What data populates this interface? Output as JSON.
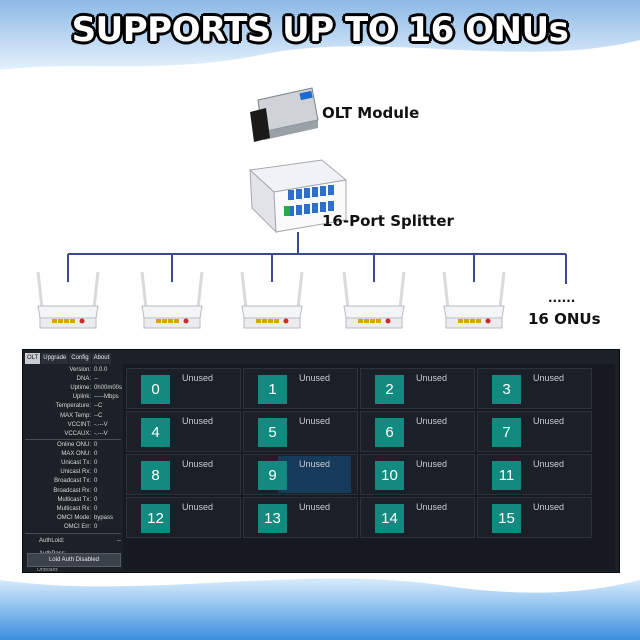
{
  "headline": "SUPPORTS UP TO 16 ONUs",
  "labels": {
    "olt_module": "OLT Module",
    "splitter": "16-Port Splitter",
    "ellipsis": "......",
    "onus": "16 ONUs"
  },
  "colors": {
    "accent_teal": "#138a7f",
    "gui_bg": "#1c2027",
    "selected_cell": "#163a59",
    "tree_line": "#3a4a8c"
  },
  "gui": {
    "tabs": [
      {
        "label": "OLT",
        "active": true
      },
      {
        "label": "Upgrade",
        "active": false
      },
      {
        "label": "Config",
        "active": false
      },
      {
        "label": "About",
        "active": false
      }
    ],
    "info_group1": [
      {
        "key": "Version:",
        "value": "0.0.0"
      },
      {
        "key": "DNA:",
        "value": "--"
      },
      {
        "key": "Uptime:",
        "value": "0h00m00s"
      },
      {
        "key": "Uplink:",
        "value": "-----Mbps"
      },
      {
        "key": "Temperature:",
        "value": "--C"
      },
      {
        "key": "MAX Temp:",
        "value": "--C"
      },
      {
        "key": "VCCINT:",
        "value": "-.---V"
      },
      {
        "key": "VCCAUX:",
        "value": "-.---V"
      }
    ],
    "info_group2": [
      {
        "key": "Online ONU:",
        "value": "0"
      },
      {
        "key": "MAX ONU:",
        "value": "0"
      },
      {
        "key": "Unicast Tx:",
        "value": "0"
      },
      {
        "key": "Unicast Rx:",
        "value": "0"
      },
      {
        "key": "Broadcast Tx:",
        "value": "0"
      },
      {
        "key": "Broadcast Rx:",
        "value": "0"
      },
      {
        "key": "Multicast Tx:",
        "value": "0"
      },
      {
        "key": "Multicast Rx:",
        "value": "0"
      },
      {
        "key": "OMCI Mode:",
        "value": "bypass"
      },
      {
        "key": "OMCI Err:",
        "value": "0"
      }
    ],
    "auth": [
      {
        "key": "AuthLoid:",
        "value": "--"
      },
      {
        "key": "AuthPass:",
        "value": "--"
      }
    ],
    "auth_button": "Loid Auth Disabled",
    "truncated_text": "OnBoard:",
    "onus": [
      {
        "id": "0",
        "status": "Unused"
      },
      {
        "id": "1",
        "status": "Unused"
      },
      {
        "id": "2",
        "status": "Unused"
      },
      {
        "id": "3",
        "status": "Unused"
      },
      {
        "id": "4",
        "status": "Unused"
      },
      {
        "id": "5",
        "status": "Unused"
      },
      {
        "id": "6",
        "status": "Unused"
      },
      {
        "id": "7",
        "status": "Unused"
      },
      {
        "id": "8",
        "status": "Unused"
      },
      {
        "id": "9",
        "status": "Unused",
        "selected": true
      },
      {
        "id": "10",
        "status": "Unused"
      },
      {
        "id": "11",
        "status": "Unused"
      },
      {
        "id": "12",
        "status": "Unused"
      },
      {
        "id": "13",
        "status": "Unused"
      },
      {
        "id": "14",
        "status": "Unused"
      },
      {
        "id": "15",
        "status": "Unused"
      }
    ]
  }
}
